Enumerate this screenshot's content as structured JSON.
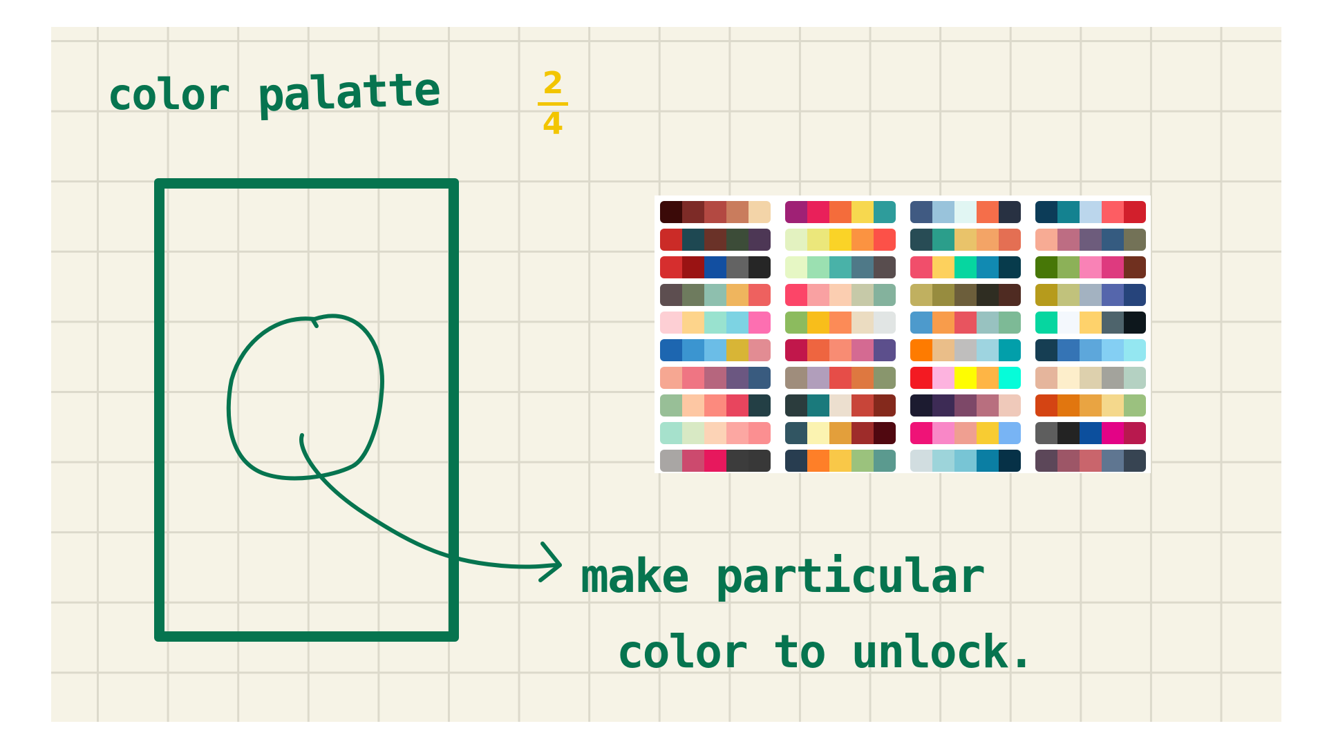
{
  "title": {
    "word1": "color",
    "word2": "palatte"
  },
  "page_indicator": {
    "current": "2",
    "total": "4"
  },
  "note": {
    "line1": "make particular",
    "line2": "color to unlock."
  },
  "colors": {
    "ink": "#06744f",
    "accent": "#f2c500",
    "paper": "#f6f3e6",
    "grid": "#dcd9cb"
  },
  "palette_columns": [
    [
      [
        "#3b0a08",
        "#7d2b27",
        "#b34942",
        "#c97c5d",
        "#f3d4a8"
      ],
      [
        "#cb2b27",
        "#1e4852",
        "#6a3228",
        "#3c4c38",
        "#4d3755"
      ],
      [
        "#d62e2e",
        "#9a1313",
        "#124fa1",
        "#636363",
        "#262626"
      ],
      [
        "#5d4e50",
        "#6e7b5e",
        "#8ebfae",
        "#efb55e",
        "#ee615f"
      ],
      [
        "#fdcfd4",
        "#fdd48b",
        "#99e2cf",
        "#7dd3e3",
        "#fd6fb1"
      ],
      [
        "#1d66b0",
        "#3b95d0",
        "#6bbde7",
        "#d8b536",
        "#e28c93"
      ],
      [
        "#f6a792",
        "#ef7583",
        "#b6667e",
        "#6b5781",
        "#395b7f"
      ],
      [
        "#98bf97",
        "#fdc7a3",
        "#fc8a7e",
        "#e8455e",
        "#233f45"
      ],
      [
        "#a6e1cc",
        "#d8e9c4",
        "#fcd3b6",
        "#fca7a2",
        "#fb8f91"
      ],
      [
        "#a9a6a4",
        "#cc4a6e",
        "#e7185d",
        "#3c3c3c",
        "#383838"
      ]
    ],
    [
      [
        "#9f2175",
        "#e9205a",
        "#f46c3b",
        "#f7d84f",
        "#2e9c9b"
      ],
      [
        "#e3f2c0",
        "#ebe77b",
        "#fad327",
        "#fb9341",
        "#fc5148"
      ],
      [
        "#e6f7c4",
        "#9be0b1",
        "#49b2a8",
        "#4f7988",
        "#584d4e"
      ],
      [
        "#fc4568",
        "#f9a1a2",
        "#fbceb1",
        "#c6c9a8",
        "#84b29d"
      ],
      [
        "#8cbb5e",
        "#f8be1b",
        "#fc8b57",
        "#ebdcc1",
        "#e1e5e4"
      ],
      [
        "#c1174b",
        "#ee6540",
        "#f88c73",
        "#d46a92",
        "#5c4f8c"
      ],
      [
        "#9f8d7c",
        "#b19ebb",
        "#e64d48",
        "#de7840",
        "#89966d"
      ],
      [
        "#2b3c3d",
        "#1a7a7c",
        "#ecdfcf",
        "#c84539",
        "#84291c"
      ],
      [
        "#315562",
        "#fbf3b1",
        "#e39f3b",
        "#9e2c2a",
        "#500810"
      ],
      [
        "#283d50",
        "#fe7f28",
        "#f9c848",
        "#9bc27d",
        "#5b9a8f"
      ]
    ],
    [
      [
        "#405a82",
        "#99c3db",
        "#e1f6f3",
        "#f56e4a",
        "#283142"
      ],
      [
        "#284c55",
        "#2b9e8b",
        "#e9c36a",
        "#f3a466",
        "#e46f53"
      ],
      [
        "#f14e6b",
        "#fdd15d",
        "#06d6a0",
        "#118ab2",
        "#073b4c"
      ],
      [
        "#c0b060",
        "#978c3f",
        "#6c5e3b",
        "#2f2d22",
        "#4f2b22"
      ],
      [
        "#4d9acc",
        "#f89c4b",
        "#e8545f",
        "#98c2c0",
        "#7dba96"
      ],
      [
        "#fe7b00",
        "#eabe89",
        "#bfbebd",
        "#9ed4e0",
        "#029faa"
      ],
      [
        "#f31a22",
        "#fdb3df",
        "#fefd01",
        "#feb545",
        "#06fcd9"
      ],
      [
        "#1c1b30",
        "#3d2b55",
        "#7d4868",
        "#b86f7f",
        "#efc9ba"
      ],
      [
        "#ef1377",
        "#f987c7",
        "#ef9f91",
        "#f8cc32",
        "#78b4f4"
      ],
      [
        "#d1dde0",
        "#9dd4da",
        "#78c5d5",
        "#0b7ea3",
        "#063147"
      ]
    ],
    [
      [
        "#0c3c58",
        "#148290",
        "#bbd6ec",
        "#fd5d63",
        "#d21f2c"
      ],
      [
        "#f7ab94",
        "#bd6d83",
        "#6d5c7c",
        "#355b80",
        "#737257"
      ],
      [
        "#477707",
        "#8cb158",
        "#f982b6",
        "#de3a7f",
        "#70301f"
      ],
      [
        "#b69b1c",
        "#c1c27c",
        "#a3b2c1",
        "#5566ac",
        "#26447b"
      ],
      [
        "#06d6a0",
        "#f4f8fd",
        "#fed26b",
        "#4e646c",
        "#0d171c"
      ],
      [
        "#163e53",
        "#3574b5",
        "#5da7db",
        "#84cff3",
        "#94e7f1"
      ],
      [
        "#e5b59c",
        "#fdeecb",
        "#ddd0ad",
        "#a3a39c",
        "#b4d1c2"
      ],
      [
        "#d44413",
        "#e1760f",
        "#e9a442",
        "#f4d88c",
        "#9bc17f"
      ],
      [
        "#5e5e5e",
        "#232323",
        "#0c4f9d",
        "#e30386",
        "#b8194e"
      ],
      [
        "#5c4759",
        "#9d5667",
        "#c9656c",
        "#5f7691",
        "#374452"
      ]
    ]
  ]
}
